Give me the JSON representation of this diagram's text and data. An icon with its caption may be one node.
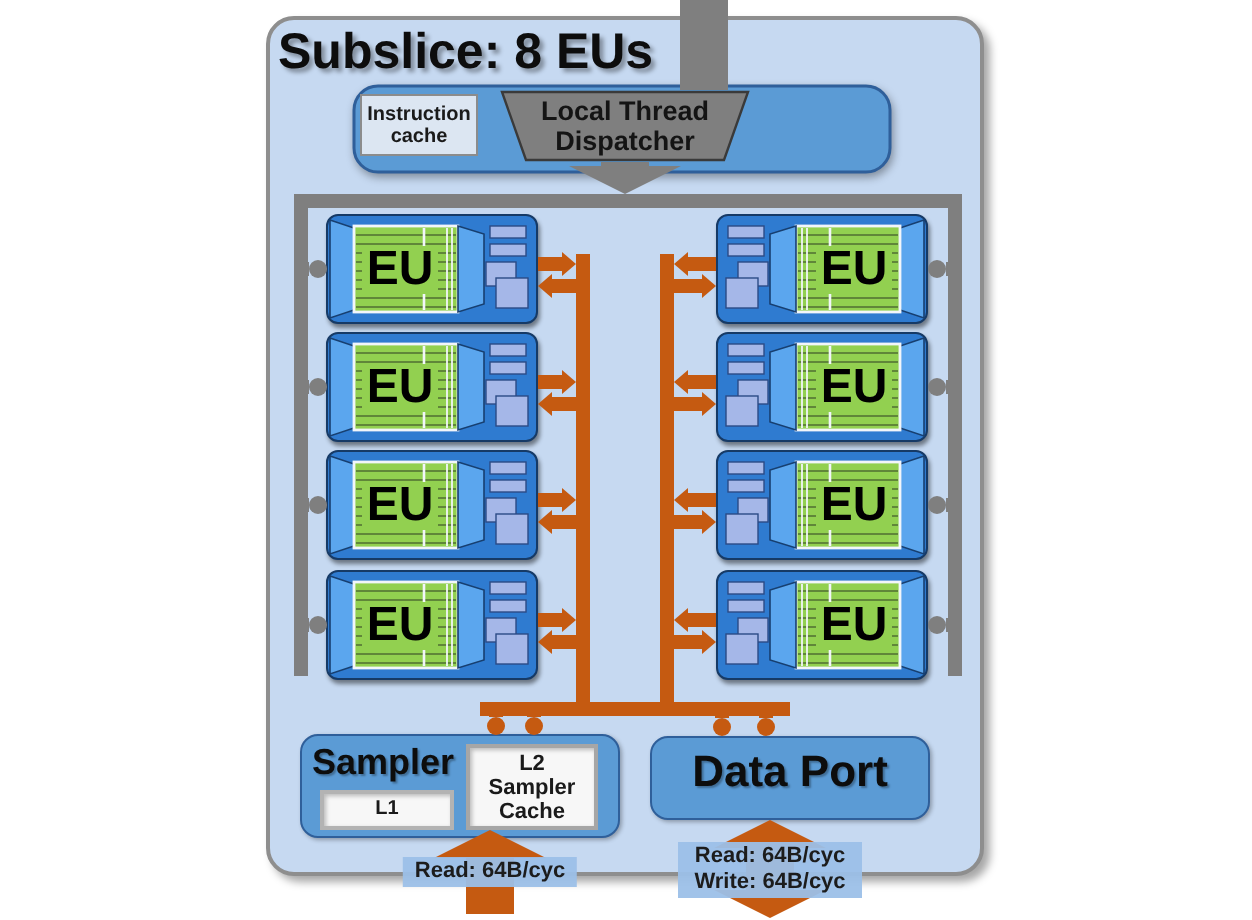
{
  "diagram": {
    "nodes": [
      {
        "text": [
          "Subslice: 8 EUs"
        ]
      },
      {
        "text": [],
        "shape": "box",
        "in": 0
      },
      {
        "text": [
          "Instruction cache"
        ],
        "in": 1
      },
      {
        "text": [
          "Local Thread Dispatcher"
        ],
        "in": 1
      },
      {
        "text": [],
        "shape": "bar",
        "in": 0
      },
      {
        "text": [
          "EU"
        ],
        "in": 0
      },
      {
        "text": [
          "EU"
        ],
        "in": 0
      },
      {
        "text": [
          "EU"
        ],
        "in": 0
      },
      {
        "text": [
          "EU"
        ],
        "in": 0
      },
      {
        "text": [
          "EU"
        ],
        "in": 0
      },
      {
        "text": [
          "EU"
        ],
        "in": 0
      },
      {
        "text": [
          "EU"
        ],
        "in": 0
      },
      {
        "text": [
          "EU"
        ],
        "in": 0
      },
      {
        "text": [],
        "shape": "bar",
        "in": 0
      },
      {
        "text": [],
        "shape": "bar",
        "in": 0
      },
      {
        "text": [],
        "shape": "bar",
        "in": 0
      },
      {
        "text": [
          "Sampler"
        ],
        "in": 0
      },
      {
        "text": [
          "L1"
        ],
        "in": 16
      },
      {
        "text": [
          "L2 Sampler Cache"
        ],
        "in": 16
      },
      {
        "text": [
          "Data Port"
        ],
        "in": 0
      }
    ],
    "edges": [
      {
        "from": null,
        "to": 3,
        "arrow": "none",
        "style": "thick",
        "color": "#7f7f7f"
      },
      {
        "from": 3,
        "to": 4,
        "arrow": "to",
        "style": "thick",
        "color": "#7f7f7f"
      },
      {
        "from": 4,
        "to": 5,
        "arrow": "other",
        "color": "#7f7f7f"
      },
      {
        "from": 4,
        "to": 6,
        "arrow": "other",
        "color": "#7f7f7f"
      },
      {
        "from": 4,
        "to": 7,
        "arrow": "other",
        "color": "#7f7f7f"
      },
      {
        "from": 4,
        "to": 8,
        "arrow": "other",
        "color": "#7f7f7f"
      },
      {
        "from": 4,
        "to": 9,
        "arrow": "other",
        "color": "#7f7f7f"
      },
      {
        "from": 4,
        "to": 10,
        "arrow": "other",
        "color": "#7f7f7f"
      },
      {
        "from": 4,
        "to": 11,
        "arrow": "other",
        "color": "#7f7f7f"
      },
      {
        "from": 4,
        "to": 12,
        "arrow": "other",
        "color": "#7f7f7f"
      },
      {
        "from": 5,
        "to": 13,
        "arrow": "to"
      },
      {
        "from": 13,
        "to": 5,
        "arrow": "to"
      },
      {
        "from": 6,
        "to": 14,
        "arrow": "to"
      },
      {
        "from": 14,
        "to": 6,
        "arrow": "to"
      },
      {
        "from": 7,
        "to": 13,
        "arrow": "to"
      },
      {
        "from": 13,
        "to": 7,
        "arrow": "to"
      },
      {
        "from": 8,
        "to": 14,
        "arrow": "to"
      },
      {
        "from": 14,
        "to": 8,
        "arrow": "to"
      },
      {
        "from": 9,
        "to": 13,
        "arrow": "to"
      },
      {
        "from": 13,
        "to": 9,
        "arrow": "to"
      },
      {
        "from": 10,
        "to": 14,
        "arrow": "to"
      },
      {
        "from": 14,
        "to": 10,
        "arrow": "to"
      },
      {
        "from": 11,
        "to": 13,
        "arrow": "to"
      },
      {
        "from": 13,
        "to": 11,
        "arrow": "to"
      },
      {
        "from": 12,
        "to": 14,
        "arrow": "to"
      },
      {
        "from": 14,
        "to": 12,
        "arrow": "to"
      },
      {
        "from": 15,
        "to": 16,
        "arrow": "other"
      },
      {
        "from": 15,
        "to": 16,
        "arrow": "other"
      },
      {
        "from": 15,
        "to": 19,
        "arrow": "other"
      },
      {
        "from": 15,
        "to": 19,
        "arrow": "other"
      },
      {
        "from": null,
        "to": 18,
        "arrow": "to",
        "style": "thick",
        "label": "Read: 64B/cyc"
      },
      {
        "from": 19,
        "to": null,
        "arrow": "both",
        "style": "thick",
        "label": "Read: 64B/cyc Write: 64B/cyc"
      }
    ]
  }
}
